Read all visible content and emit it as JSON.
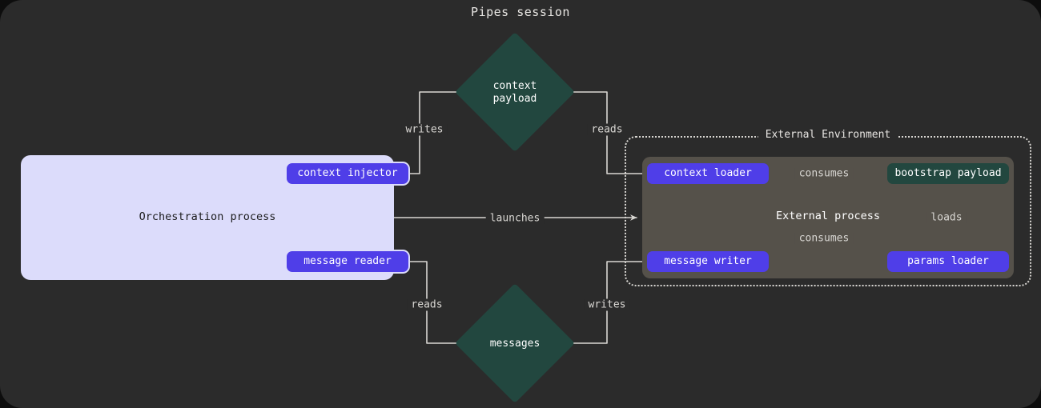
{
  "diagram": {
    "title": "Pipes session",
    "background_color": "#2b2b2b",
    "accent_purple": "#4f3ee8",
    "accent_green": "#22473f",
    "accent_lavender": "#dcdcfb",
    "accent_gray": "#55514a"
  },
  "orchestration": {
    "label": "Orchestration process",
    "nodes": [
      {
        "id": "context-injector",
        "label": "context injector"
      },
      {
        "id": "message-reader",
        "label": "message reader"
      }
    ]
  },
  "external_environment": {
    "label": "External Environment",
    "process": {
      "label": "External process",
      "nodes": [
        {
          "id": "context-loader",
          "label": "context loader"
        },
        {
          "id": "message-writer",
          "label": "message writer"
        },
        {
          "id": "params-loader",
          "label": "params loader"
        },
        {
          "id": "bootstrap-payload",
          "label": "bootstrap payload"
        }
      ]
    }
  },
  "stores": [
    {
      "id": "context-payload",
      "label_line1": "context",
      "label_line2": "payload"
    },
    {
      "id": "messages",
      "label_line1": "messages",
      "label_line2": ""
    }
  ],
  "edges": [
    {
      "id": "writes-context",
      "label": "writes",
      "from": "context-injector",
      "to": "context-payload"
    },
    {
      "id": "reads-context",
      "label": "reads",
      "from": "context-loader",
      "to": "context-payload"
    },
    {
      "id": "launches",
      "label": "launches",
      "from": "orchestration",
      "to": "external-environment"
    },
    {
      "id": "reads-messages",
      "label": "reads",
      "from": "message-reader",
      "to": "messages"
    },
    {
      "id": "writes-messages",
      "label": "writes",
      "from": "message-writer",
      "to": "messages"
    },
    {
      "id": "consumes-context",
      "label": "consumes",
      "from": "context-loader",
      "to": "bootstrap-payload"
    },
    {
      "id": "consumes-message",
      "label": "consumes",
      "from": "message-writer",
      "to": "bootstrap-payload"
    },
    {
      "id": "loads-params",
      "label": "loads",
      "from": "params-loader",
      "to": "bootstrap-payload"
    }
  ]
}
